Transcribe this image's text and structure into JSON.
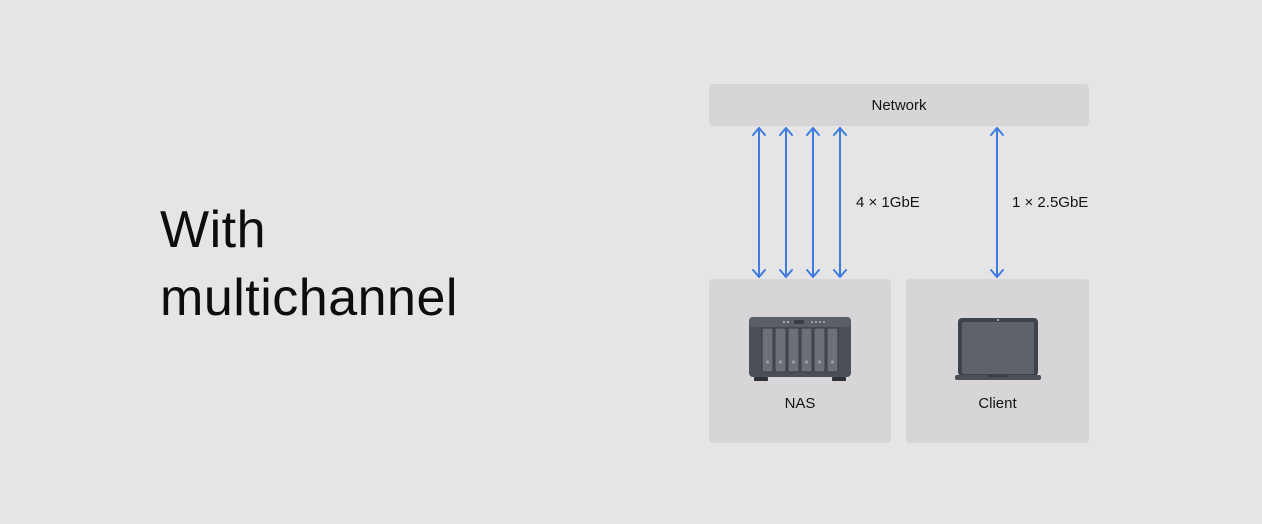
{
  "headline": {
    "line1": "With",
    "line2": "multichannel"
  },
  "diagram": {
    "network_label": "Network",
    "nas_label": "NAS",
    "client_label": "Client",
    "nas_link_label": "4 × 1GbE",
    "client_link_label": "1 × 2.5GbE",
    "nas_link_count": 4,
    "client_link_count": 1,
    "arrow_color": "#3f7be0"
  },
  "icons": {
    "nas": "nas-device-icon",
    "client": "laptop-icon"
  }
}
